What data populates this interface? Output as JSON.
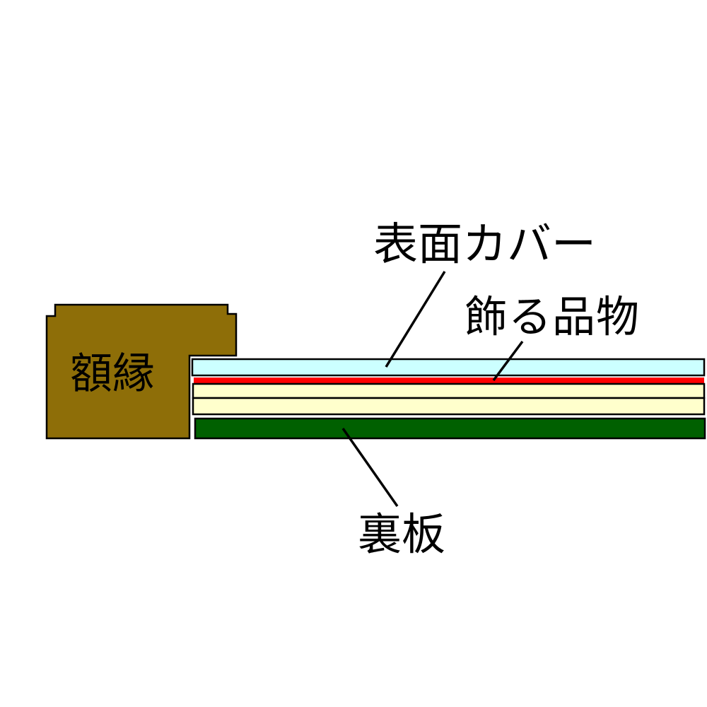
{
  "labels": {
    "frame": "額縁",
    "surface_cover": "表面カバー",
    "display_item": "飾る品物",
    "back_board": "裏板"
  },
  "colors": {
    "frame": "#8E6E08",
    "surface_cover": "#CCFFFF",
    "display_item": "#FF0000",
    "mat": "#FFFFCC",
    "back_board": "#006000",
    "outline": "#000000",
    "background": "#FFFFFF"
  }
}
